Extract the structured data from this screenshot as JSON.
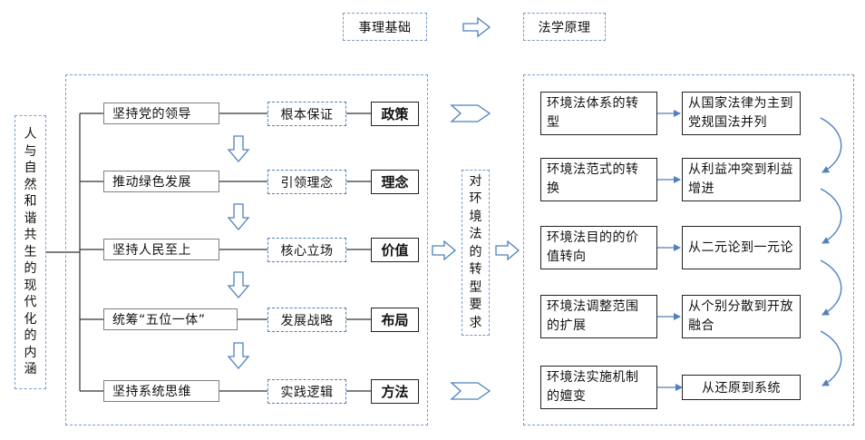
{
  "header": {
    "basis": "事理基础",
    "principle": "法学原理"
  },
  "root": [
    "人",
    "与",
    "自",
    "然",
    "和",
    "谐",
    "共",
    "生",
    "的",
    "现",
    "代",
    "化",
    "的",
    "内",
    "涵"
  ],
  "left_rows": [
    {
      "item": "坚持党的领导",
      "role": "根本保证",
      "key": "政策"
    },
    {
      "item": "推动绿色发展",
      "role": "引领理念",
      "key": "理念"
    },
    {
      "item": "坚持人民至上",
      "role": "核心立场",
      "key": "价值"
    },
    {
      "item": "统筹“五位一体”",
      "role": "发展战略",
      "key": "布局"
    },
    {
      "item": "坚持系统思维",
      "role": "实践逻辑",
      "key": "方法"
    }
  ],
  "middle": [
    "对",
    "环",
    "境",
    "法",
    "的",
    "转",
    "型",
    "要",
    "求"
  ],
  "right_rows": [
    {
      "aspect": "环境法体系的转型",
      "shift": "从国家法律为主到党规国法并列"
    },
    {
      "aspect": "环境法范式的转换",
      "shift": "从利益冲突到利益增进"
    },
    {
      "aspect": "环境法目的的价值转向",
      "shift": "从二元论到一元论"
    },
    {
      "aspect": "环境法调整范围的扩展",
      "shift": "从个别分散到开放融合"
    },
    {
      "aspect": "环境法实施机制的嬗变",
      "shift": "从还原到系统"
    }
  ],
  "colors": {
    "accent": "#4f81bd",
    "line": "#333333"
  }
}
